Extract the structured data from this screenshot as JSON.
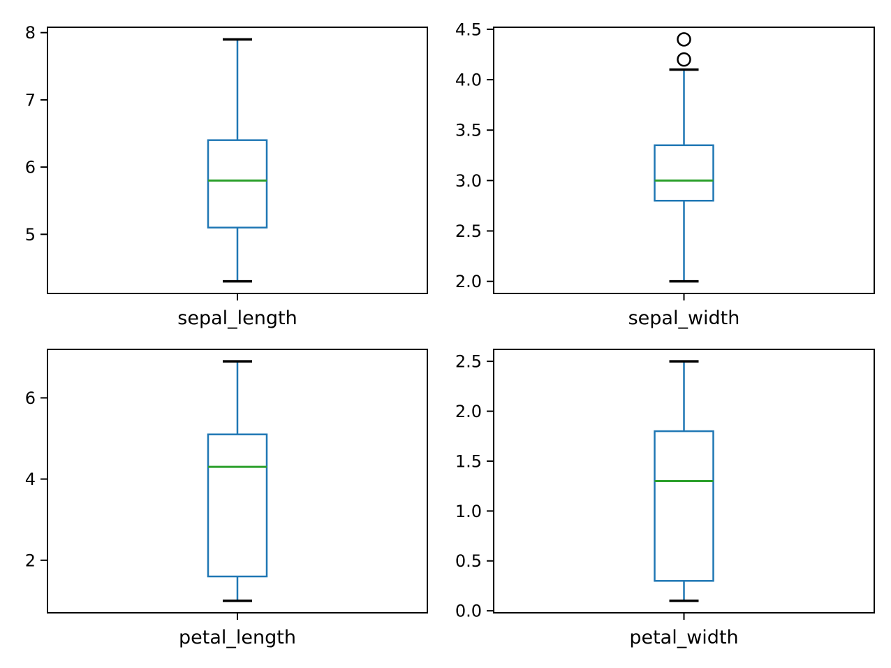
{
  "figure": {
    "background": "#ffffff",
    "kind": "boxplot-grid"
  },
  "chart_data": {
    "type": "box",
    "title": "",
    "grid": false,
    "legend": false,
    "layout": {
      "rows": 2,
      "cols": 2
    },
    "colors": {
      "box": "#1f77b4",
      "whisker": "#1f77b4",
      "median": "#2ca02c",
      "cap": "#000000",
      "flier": "#000000",
      "axis": "#000000",
      "text": "#000000"
    },
    "subplots": [
      {
        "label": "sepal_length",
        "ylim": [
          4.12,
          8.08
        ],
        "yticks": [
          {
            "v": 5,
            "label": "5"
          },
          {
            "v": 6,
            "label": "6"
          },
          {
            "v": 7,
            "label": "7"
          },
          {
            "v": 8,
            "label": "8"
          }
        ],
        "stats": {
          "whislo": 4.3,
          "q1": 5.1,
          "med": 5.8,
          "q3": 6.4,
          "whishi": 7.9
        },
        "fliers": []
      },
      {
        "label": "sepal_width",
        "ylim": [
          1.88,
          4.52
        ],
        "yticks": [
          {
            "v": 2.0,
            "label": "2.0"
          },
          {
            "v": 2.5,
            "label": "2.5"
          },
          {
            "v": 3.0,
            "label": "3.0"
          },
          {
            "v": 3.5,
            "label": "3.5"
          },
          {
            "v": 4.0,
            "label": "4.0"
          },
          {
            "v": 4.5,
            "label": "4.5"
          }
        ],
        "stats": {
          "whislo": 2.0,
          "q1": 2.8,
          "med": 3.0,
          "q3": 3.35,
          "whishi": 4.1
        },
        "fliers": [
          4.2,
          4.4
        ]
      },
      {
        "label": "petal_length",
        "ylim": [
          0.705,
          7.195
        ],
        "yticks": [
          {
            "v": 2,
            "label": "2"
          },
          {
            "v": 4,
            "label": "4"
          },
          {
            "v": 6,
            "label": "6"
          }
        ],
        "stats": {
          "whislo": 1.0,
          "q1": 1.6,
          "med": 4.3,
          "q3": 5.1,
          "whishi": 6.9
        },
        "fliers": []
      },
      {
        "label": "petal_width",
        "ylim": [
          -0.02,
          2.62
        ],
        "yticks": [
          {
            "v": 0.0,
            "label": "0.0"
          },
          {
            "v": 0.5,
            "label": "0.5"
          },
          {
            "v": 1.0,
            "label": "1.0"
          },
          {
            "v": 1.5,
            "label": "1.5"
          },
          {
            "v": 2.0,
            "label": "2.0"
          },
          {
            "v": 2.5,
            "label": "2.5"
          }
        ],
        "stats": {
          "whislo": 0.1,
          "q1": 0.3,
          "med": 1.3,
          "q3": 1.8,
          "whishi": 2.5
        },
        "fliers": []
      }
    ]
  }
}
